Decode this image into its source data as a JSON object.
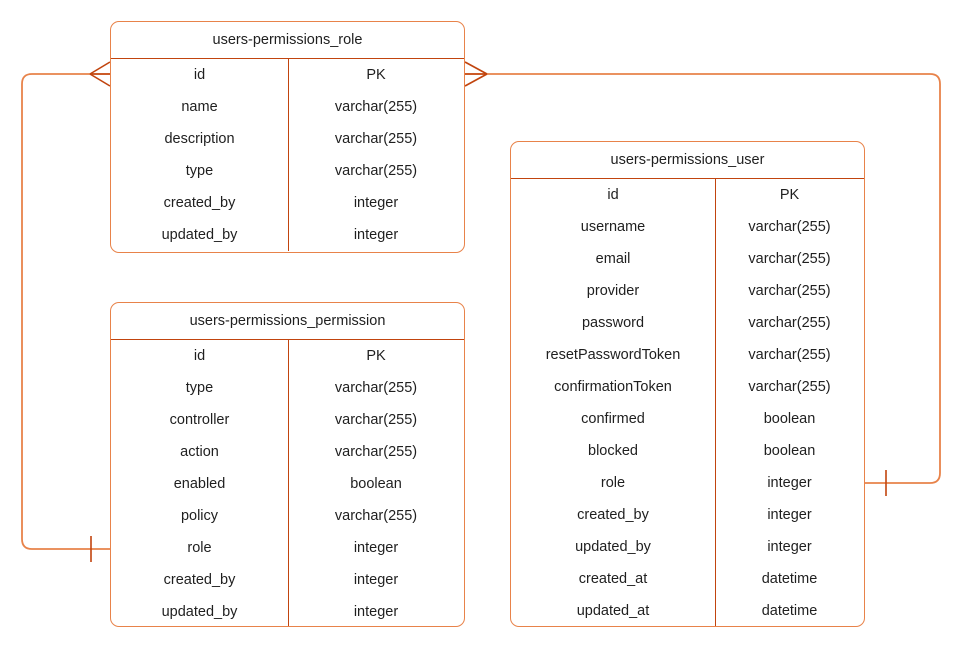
{
  "diagram": {
    "title": "Strapi users-permissions entity relationship diagram",
    "type": "er-diagram",
    "background_color": "#ffffff",
    "border_color": "#e8834a",
    "separator_color": "#c1440e",
    "connector_color": "#e8834a",
    "text_color": "#1f1f1f"
  },
  "entities": [
    {
      "id": "role",
      "name": "users-permissions_role",
      "columns": [
        {
          "name": "id",
          "type": "PK"
        },
        {
          "name": "name",
          "type": "varchar(255)"
        },
        {
          "name": "description",
          "type": "varchar(255)"
        },
        {
          "name": "type",
          "type": "varchar(255)"
        },
        {
          "name": "created_by",
          "type": "integer"
        },
        {
          "name": "updated_by",
          "type": "integer"
        }
      ]
    },
    {
      "id": "permission",
      "name": "users-permissions_permission",
      "columns": [
        {
          "name": "id",
          "type": "PK"
        },
        {
          "name": "type",
          "type": "varchar(255)"
        },
        {
          "name": "controller",
          "type": "varchar(255)"
        },
        {
          "name": "action",
          "type": "varchar(255)"
        },
        {
          "name": "enabled",
          "type": "boolean"
        },
        {
          "name": "policy",
          "type": "varchar(255)"
        },
        {
          "name": "role",
          "type": "integer"
        },
        {
          "name": "created_by",
          "type": "integer"
        },
        {
          "name": "updated_by",
          "type": "integer"
        }
      ]
    },
    {
      "id": "user",
      "name": "users-permissions_user",
      "columns": [
        {
          "name": "id",
          "type": "PK"
        },
        {
          "name": "username",
          "type": "varchar(255)"
        },
        {
          "name": "email",
          "type": "varchar(255)"
        },
        {
          "name": "provider",
          "type": "varchar(255)"
        },
        {
          "name": "password",
          "type": "varchar(255)"
        },
        {
          "name": "resetPasswordToken",
          "type": "varchar(255)"
        },
        {
          "name": "confirmationToken",
          "type": "varchar(255)"
        },
        {
          "name": "confirmed",
          "type": "boolean"
        },
        {
          "name": "blocked",
          "type": "boolean"
        },
        {
          "name": "role",
          "type": "integer"
        },
        {
          "name": "created_by",
          "type": "integer"
        },
        {
          "name": "updated_by",
          "type": "integer"
        },
        {
          "name": "created_at",
          "type": "datetime"
        },
        {
          "name": "updated_at",
          "type": "datetime"
        }
      ]
    }
  ],
  "relationships": [
    {
      "id": "role-to-permission",
      "from_entity": "users-permissions_role",
      "from_column": "id",
      "from_marker": "crows-foot",
      "to_entity": "users-permissions_permission",
      "to_column": "role",
      "to_marker": "one-tick",
      "cardinality": "one-to-many"
    },
    {
      "id": "role-to-user",
      "from_entity": "users-permissions_role",
      "from_column": "id",
      "from_marker": "crows-foot",
      "to_entity": "users-permissions_user",
      "to_column": "role",
      "to_marker": "one-tick",
      "cardinality": "one-to-many"
    }
  ]
}
